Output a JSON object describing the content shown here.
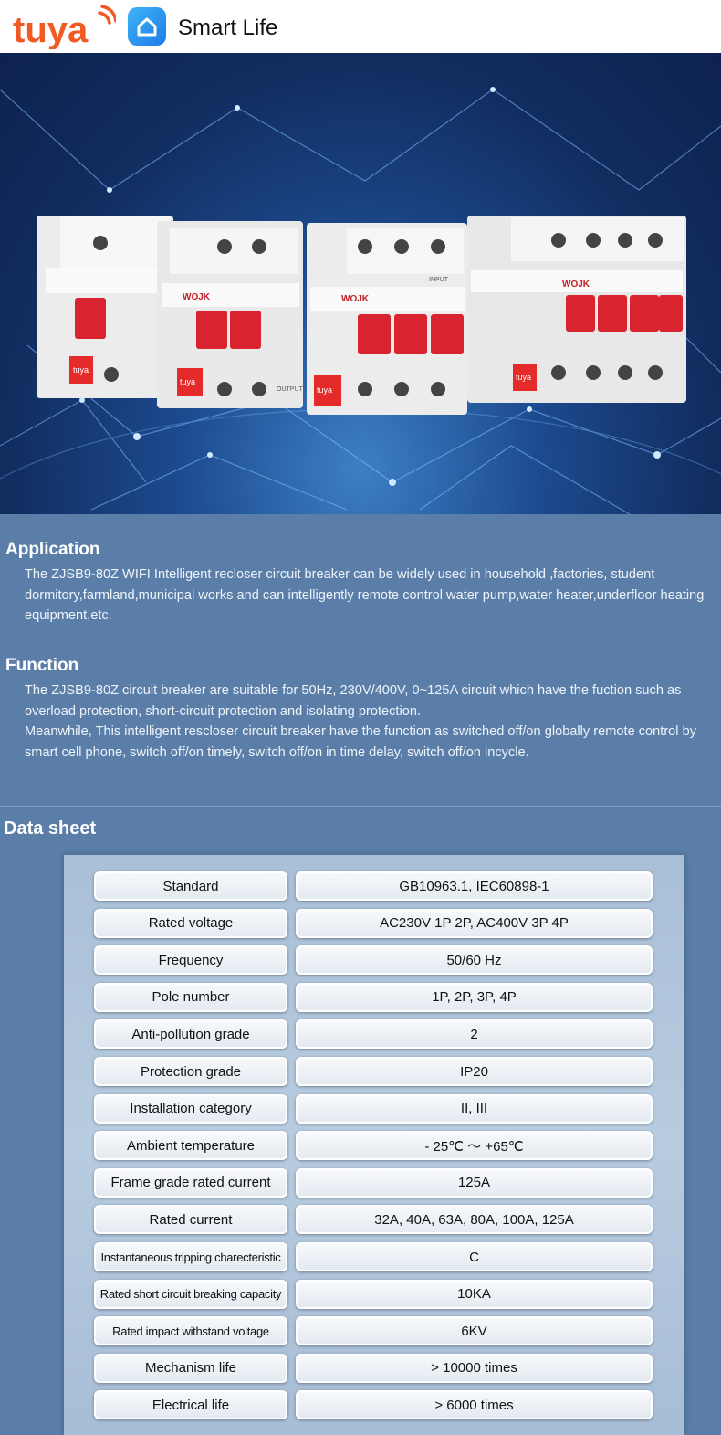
{
  "header": {
    "brand_logo": "tuya",
    "app_icon": "smart-life-home-icon",
    "app_title": "Smart Life"
  },
  "hero": {
    "background": "world-network-map",
    "product": "circuit-breakers-1P-2P-3P-4P"
  },
  "application": {
    "title": "Application",
    "text": "The ZJSB9-80Z WIFI Intelligent recloser circuit breaker can be widely used in household ,factories, student dormitory,farmland,municipal works and can intelligently remote control water pump,water heater,underfloor heating equipment,etc."
  },
  "function": {
    "title": "Function",
    "text1": "The ZJSB9-80Z circuit breaker are suitable for 50Hz, 230V/400V, 0~125A circuit which have the fuction such as overload protection, short-circuit protection and isolating protection.",
    "text2": "Meanwhile, This intelligent rescloser circuit breaker have the function as switched off/on globally remote control by smart cell phone, switch off/on timely, switch off/on in time delay, switch off/on incycle."
  },
  "datasheet": {
    "title": "Data sheet",
    "rows": [
      {
        "key": "Standard",
        "value": "GB10963.1, IEC60898-1"
      },
      {
        "key": "Rated voltage",
        "value": "AC230V 1P 2P, AC400V 3P 4P"
      },
      {
        "key": "Frequency",
        "value": "50/60 Hz"
      },
      {
        "key": "Pole number",
        "value": "1P, 2P, 3P, 4P"
      },
      {
        "key": "Anti-pollution grade",
        "value": "2"
      },
      {
        "key": "Protection grade",
        "value": "IP20"
      },
      {
        "key": "Installation category",
        "value": "II, III"
      },
      {
        "key": "Ambient temperature",
        "value": "- 25℃ ～ +65℃"
      },
      {
        "key": "Frame grade rated current",
        "value": "125A"
      },
      {
        "key": "Rated current",
        "value": "32A, 40A, 63A, 80A, 100A, 125A"
      },
      {
        "key": "Instantaneous tripping charecteristic",
        "value": "C"
      },
      {
        "key": "Rated short circuit breaking capacity",
        "value": "10KA"
      },
      {
        "key": "Rated impact withstand voltage",
        "value": "6KV"
      },
      {
        "key": "Mechanism life",
        "value": "> 10000 times"
      },
      {
        "key": "Electrical life",
        "value": "> 6000 times"
      }
    ]
  },
  "breaker_labels": {
    "brand": "WOJK",
    "sticker": "tuya",
    "input": "INPUT",
    "output": "OUTPUT"
  }
}
